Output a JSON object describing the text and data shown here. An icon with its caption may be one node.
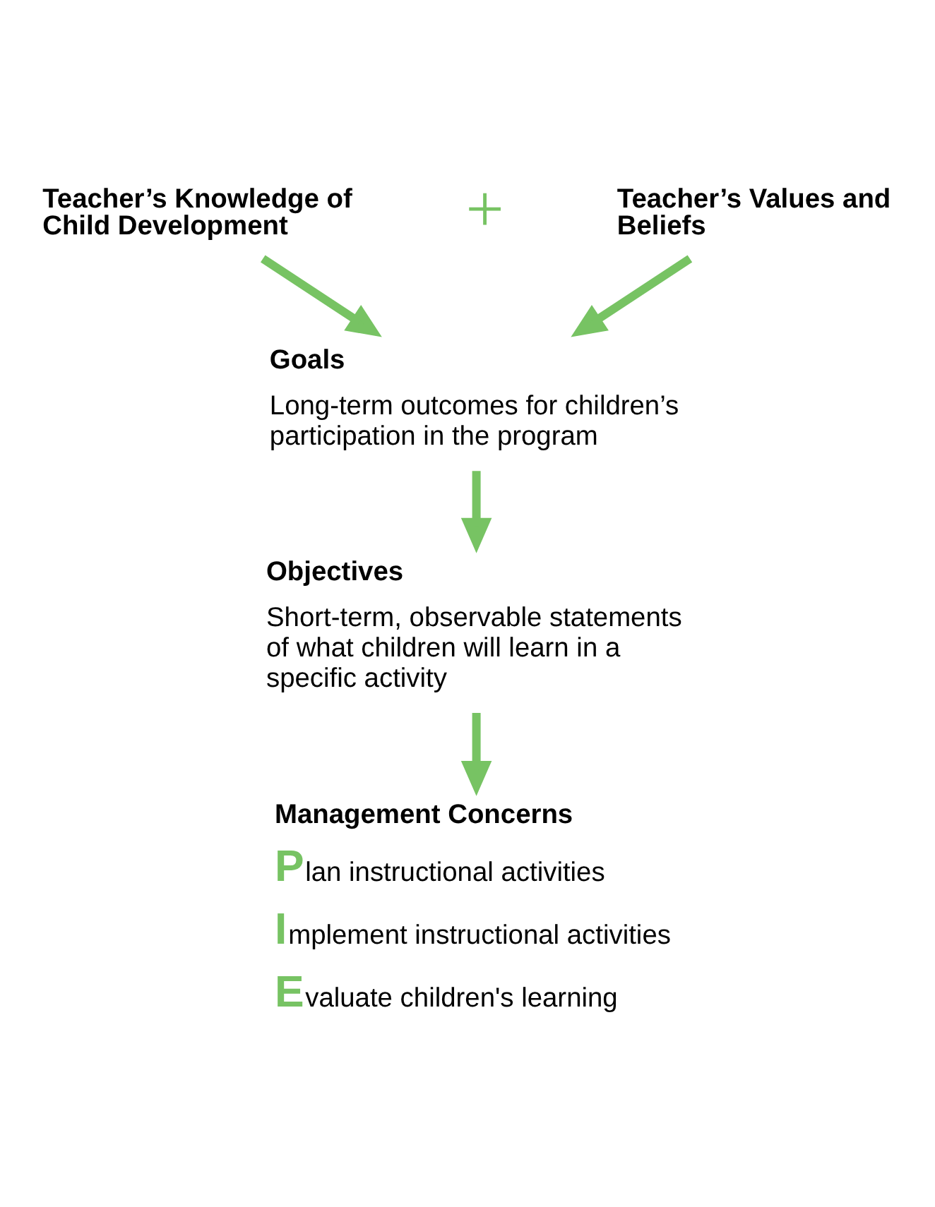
{
  "diagram": {
    "nodes": [
      {
        "text": [
          "Teacher’s Knowledge of Child Development"
        ]
      },
      {
        "text": [
          "Teacher’s Values and Beliefs"
        ]
      },
      {
        "text": [
          "Goals",
          "Long-term outcomes for children’s participation in the program"
        ]
      },
      {
        "text": [
          "Objectives",
          "Short-term, observable statements of what children will learn in a specific activity"
        ]
      },
      {
        "text": [
          "Management Concerns",
          "Plan instructional activities",
          "Implement instructional activities",
          "Evaluate children's learning"
        ]
      }
    ],
    "edges": [
      {
        "from": 0,
        "to": 2,
        "arrow": "to"
      },
      {
        "from": 1,
        "to": 2,
        "arrow": "to"
      },
      {
        "from": 2,
        "to": 3,
        "arrow": "to"
      },
      {
        "from": 3,
        "to": 4,
        "arrow": "to"
      }
    ],
    "labels": [
      "+"
    ]
  }
}
